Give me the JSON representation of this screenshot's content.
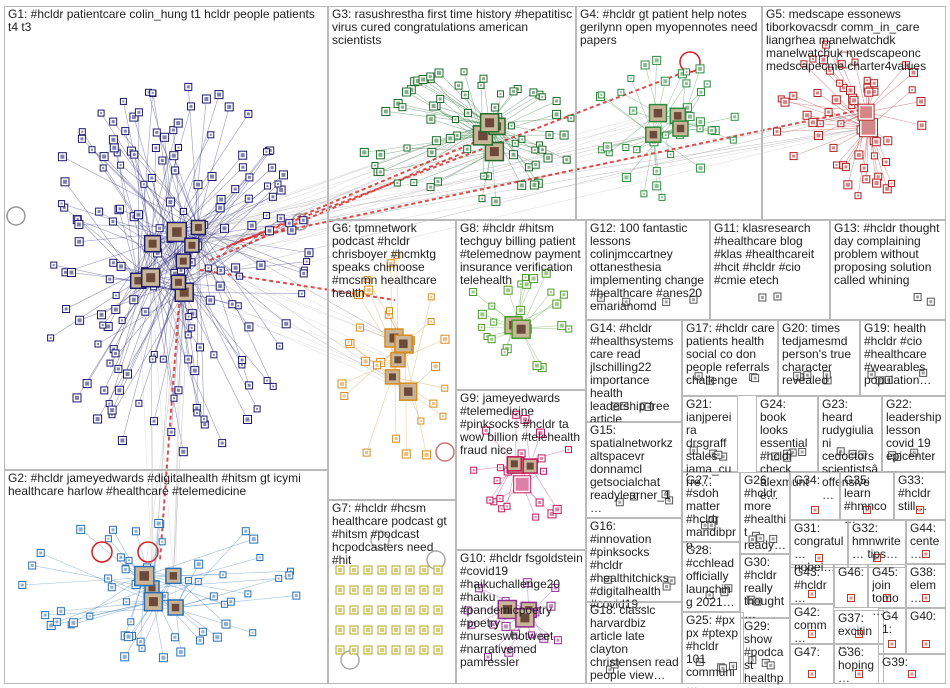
{
  "groups": [
    {
      "id": "G1",
      "label": "G1: #hcldr patientcare colin_hung t1 hcldr people patients t4 t3"
    },
    {
      "id": "G2",
      "label": "G2: #hcldr jameyedwards #digitalhealth #hitsm gt icymi healthcare harlow #healthcare #telemedicine"
    },
    {
      "id": "G3",
      "label": "G3: rasushrestha first time history #hepatitisc virus cured congratulations american scientists"
    },
    {
      "id": "G4",
      "label": "G4: #hcldr gt patient help notes gerilynn open myopennotes need papers"
    },
    {
      "id": "G5",
      "label": "G5: medscape essonews tiborkovacsdr comm_in_care liangrhea manelwatchdk manelwatchuk medscapeonc medscapecme charter4values"
    },
    {
      "id": "G6",
      "label": "G6: tpmnetwork podcast #hcldr chrisboyer #hcmktg speaks chimoose #mcsmn healthcare health"
    },
    {
      "id": "G7",
      "label": "G7: #hcldr #hcsm healthcare podcast gt #hitsm #podcast hcpodcasters need #hit"
    },
    {
      "id": "G8",
      "label": "G8: #hcldr #hitsm techguy billing patient #telemednow payment insurance verification telehealth"
    },
    {
      "id": "G9",
      "label": "G9: jameyedwards #telemedicine #pinksocks #hcldr ta wow billion #telehealth fraud nice"
    },
    {
      "id": "G10",
      "label": "G10: #hcldr fsgoldstein #covid19 #haikuchallenge20 #haiku #pandemicpoetry #poetry #nurseswhotweet #narrativemed pamressler"
    },
    {
      "id": "G11",
      "label": "G11: klasresearch #healthcare blog #klas #healthcareit #hcit #hcldr #cio #cmie etech"
    },
    {
      "id": "G12",
      "label": "G12: 100 fantastic lessons colinjmccartney ottanesthesia implementing change #healthcare #anes20 emarianomd"
    },
    {
      "id": "G13",
      "label": "G13: #hcldr thought day complaining problem without proposing solution called whining"
    },
    {
      "id": "G14",
      "label": "G14: #hcldr #healthsystems care read jlschilling22 importance health leadership free article"
    },
    {
      "id": "G15",
      "label": "G15: spatialnetworkz altspacevr donnamcl getsocialchat readylearner_1…"
    },
    {
      "id": "G16",
      "label": "G16: #innovation #pinksocks #hcldr #healthitchicks #digitalhealth #covid19…"
    },
    {
      "id": "G17",
      "label": "G17: #hcldr care patients health social co don people referrals challenge"
    },
    {
      "id": "G18",
      "label": "G18: classic harvardbiz article late clayton christensen read people view…"
    },
    {
      "id": "G19",
      "label": "G19: health #hcldr #cio #healthcare #wearables population…"
    },
    {
      "id": "G20",
      "label": "G20: times tedjamesmd person's true character revealed"
    },
    {
      "id": "G21",
      "label": "G21: ianjpereira drsgraff stales jama_curre…"
    },
    {
      "id": "G22",
      "label": "G22: leadership lesson covid 19 epicenter…"
    },
    {
      "id": "G23",
      "label": "G23: heard rudygiuliani cedoctors scientistsâ offensive…"
    },
    {
      "id": "G24",
      "label": "G24: book looks essential #hcldr check alexmunte…"
    },
    {
      "id": "G25",
      "label": "G25: #px px #ptexp #hcldr 101 communi… share…"
    },
    {
      "id": "G26",
      "label": "G26: #hcldr more #healthit ready…"
    },
    {
      "id": "G27",
      "label": "G27: #sdoh matter #hcldr mandibpro…"
    },
    {
      "id": "G28",
      "label": "G28: #cchlead officially launching 2021…"
    },
    {
      "id": "G29",
      "label": "G29: show #podcast healthp…"
    },
    {
      "id": "G30",
      "label": "G30: #hcldr really thought…"
    },
    {
      "id": "G31",
      "label": "G31: congratul… nobel…"
    },
    {
      "id": "G32",
      "label": "G32: hmnwrite… tips…"
    },
    {
      "id": "G33",
      "label": "G33: #hcldr still…"
    },
    {
      "id": "G34",
      "label": "G34:"
    },
    {
      "id": "G35",
      "label": "G35: learn #hmnco…"
    },
    {
      "id": "G36",
      "label": "G36: hoping…"
    },
    {
      "id": "G37",
      "label": "G37: excitin…"
    },
    {
      "id": "G38",
      "label": "G38: elem…"
    },
    {
      "id": "G39",
      "label": "G39:"
    },
    {
      "id": "G40",
      "label": "G40:"
    },
    {
      "id": "G41",
      "label": "G41:"
    },
    {
      "id": "G42",
      "label": "G42: comm…"
    },
    {
      "id": "G43",
      "label": "G43: #hcldr…"
    },
    {
      "id": "G44",
      "label": "G44: cente…"
    },
    {
      "id": "G45",
      "label": "G45: join tomo…"
    },
    {
      "id": "G46",
      "label": "G46:"
    },
    {
      "id": "G47",
      "label": "G47:"
    }
  ],
  "colors": {
    "G1": "#1a1a6e",
    "G2": "#2a6fb5",
    "G3": "#1f6b2a",
    "G4": "#2e8b3e",
    "G5": "#b22222",
    "G6": "#d98c1f",
    "G7": "#b8a21a",
    "G8": "#4c9a2a",
    "G9": "#c2185b",
    "G10": "#8e2b8e",
    "G11": "#3b6e8f",
    "G12": "#6b4c9a",
    "G13": "#9a6b2a",
    "edge": "#9a9a9a",
    "hot_edge": "#d42020"
  }
}
